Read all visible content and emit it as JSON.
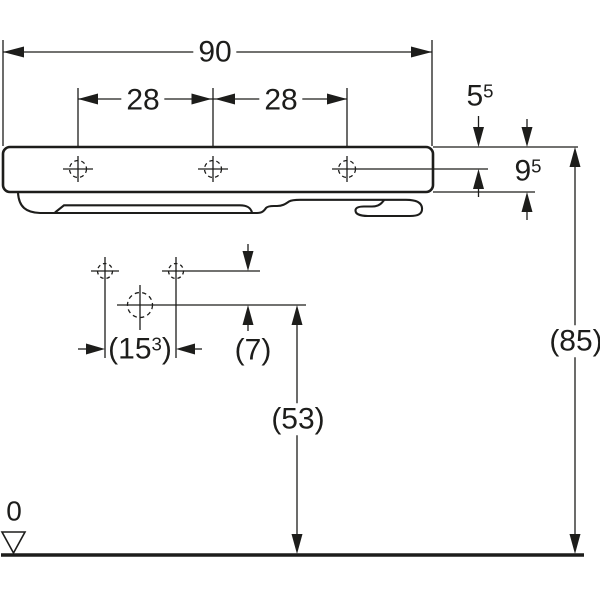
{
  "drawing": {
    "subject": "washbasin technical dimension drawing, front view with three tap holes",
    "colors": {
      "line": "#1d1d1b",
      "background": "#ffffff"
    },
    "symbols": {
      "tap_hole_marker": "cross-with-dashed-circle",
      "drain_marker": "cross-with-dashed-circle",
      "datum": "open-triangle-floor-datum"
    }
  },
  "dimensions": {
    "overall_width": "90",
    "tap_spacing_left": "28",
    "tap_spacing_right": "28",
    "rim_to_tap_axis": {
      "base": "5",
      "sup": "5"
    },
    "rim_to_apron": {
      "base": "9",
      "sup": "5"
    },
    "tap_to_drain_horizontal": {
      "open": "(15",
      "sup": "3",
      "close": ")"
    },
    "tap_to_drain_vertical": "(7)",
    "floor_to_drain": "(53)",
    "floor_to_rim": "(85)",
    "floor_datum": "0"
  }
}
